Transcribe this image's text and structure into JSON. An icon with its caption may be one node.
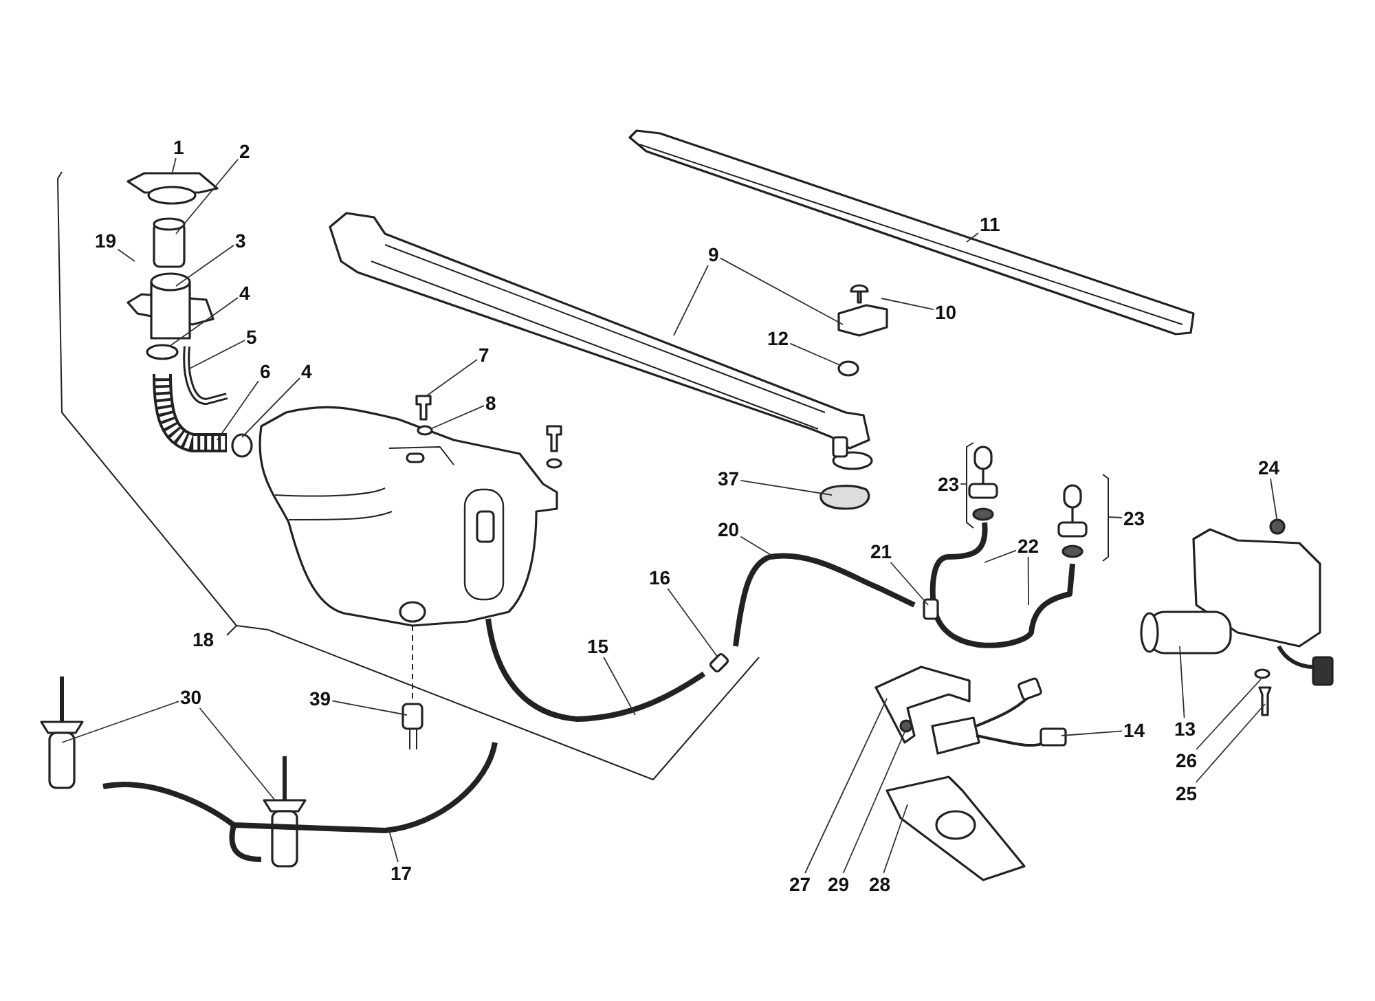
{
  "diagram": {
    "nodes": [
      {
        "text": [
          "1"
        ]
      },
      {
        "text": [
          "2"
        ]
      },
      {
        "text": [
          "19"
        ]
      },
      {
        "text": [
          "3"
        ]
      },
      {
        "text": [
          "4"
        ]
      },
      {
        "text": [
          "5"
        ]
      },
      {
        "text": [
          "6"
        ]
      },
      {
        "text": [
          "4"
        ]
      },
      {
        "text": [
          "7"
        ]
      },
      {
        "text": [
          "8"
        ]
      },
      {
        "text": [
          "11"
        ]
      },
      {
        "text": [
          "9"
        ]
      },
      {
        "text": [
          "10"
        ]
      },
      {
        "text": [
          "12"
        ]
      },
      {
        "text": [
          "24"
        ]
      },
      {
        "text": [
          "37"
        ]
      },
      {
        "text": [
          "23"
        ]
      },
      {
        "text": [
          "23"
        ]
      },
      {
        "text": [
          "20"
        ]
      },
      {
        "text": [
          "22"
        ]
      },
      {
        "text": [
          "21"
        ]
      },
      {
        "text": [
          "16"
        ]
      },
      {
        "text": [
          "18"
        ]
      },
      {
        "text": [
          "15"
        ]
      },
      {
        "text": [
          "30"
        ]
      },
      {
        "text": [
          "39"
        ]
      },
      {
        "text": [
          "14"
        ]
      },
      {
        "text": [
          "13"
        ]
      },
      {
        "text": [
          "26"
        ]
      },
      {
        "text": [
          "25"
        ]
      },
      {
        "text": [
          "17"
        ]
      },
      {
        "text": [
          "27"
        ]
      },
      {
        "text": [
          "29"
        ]
      },
      {
        "text": [
          "28"
        ]
      }
    ],
    "edges": [
      {
        "from": 0,
        "to": null,
        "arrow": "none"
      },
      {
        "from": 1,
        "to": null,
        "arrow": "none"
      },
      {
        "from": 2,
        "to": null,
        "arrow": "none"
      },
      {
        "from": 3,
        "to": null,
        "arrow": "none"
      },
      {
        "from": 4,
        "to": null,
        "arrow": "none"
      },
      {
        "from": 5,
        "to": null,
        "arrow": "none"
      },
      {
        "from": 6,
        "to": null,
        "arrow": "none"
      },
      {
        "from": 7,
        "to": null,
        "arrow": "none"
      },
      {
        "from": 8,
        "to": null,
        "arrow": "none"
      },
      {
        "from": 9,
        "to": null,
        "arrow": "none"
      },
      {
        "from": 10,
        "to": null,
        "arrow": "none"
      },
      {
        "from": 11,
        "to": null,
        "arrow": "none"
      },
      {
        "from": 11,
        "to": null,
        "arrow": "none"
      },
      {
        "from": 12,
        "to": null,
        "arrow": "none"
      },
      {
        "from": 13,
        "to": null,
        "arrow": "none"
      },
      {
        "from": 14,
        "to": null,
        "arrow": "none"
      },
      {
        "from": 15,
        "to": null,
        "arrow": "none"
      },
      {
        "from": 16,
        "to": null,
        "arrow": "none"
      },
      {
        "from": 17,
        "to": null,
        "arrow": "none"
      },
      {
        "from": 18,
        "to": null,
        "arrow": "none"
      },
      {
        "from": 19,
        "to": null,
        "arrow": "none"
      },
      {
        "from": 19,
        "to": null,
        "arrow": "none"
      },
      {
        "from": 20,
        "to": null,
        "arrow": "none"
      },
      {
        "from": 21,
        "to": null,
        "arrow": "none"
      },
      {
        "from": 23,
        "to": null,
        "arrow": "none"
      },
      {
        "from": 24,
        "to": null,
        "arrow": "none"
      },
      {
        "from": 24,
        "to": null,
        "arrow": "none"
      },
      {
        "from": 25,
        "to": null,
        "arrow": "none"
      },
      {
        "from": 26,
        "to": null,
        "arrow": "none"
      },
      {
        "from": 27,
        "to": null,
        "arrow": "none"
      },
      {
        "from": 28,
        "to": null,
        "arrow": "none"
      },
      {
        "from": 29,
        "to": null,
        "arrow": "none"
      },
      {
        "from": 30,
        "to": null,
        "arrow": "none"
      },
      {
        "from": 31,
        "to": null,
        "arrow": "none"
      },
      {
        "from": 32,
        "to": null,
        "arrow": "none"
      },
      {
        "from": 33,
        "to": null,
        "arrow": "none"
      }
    ]
  }
}
